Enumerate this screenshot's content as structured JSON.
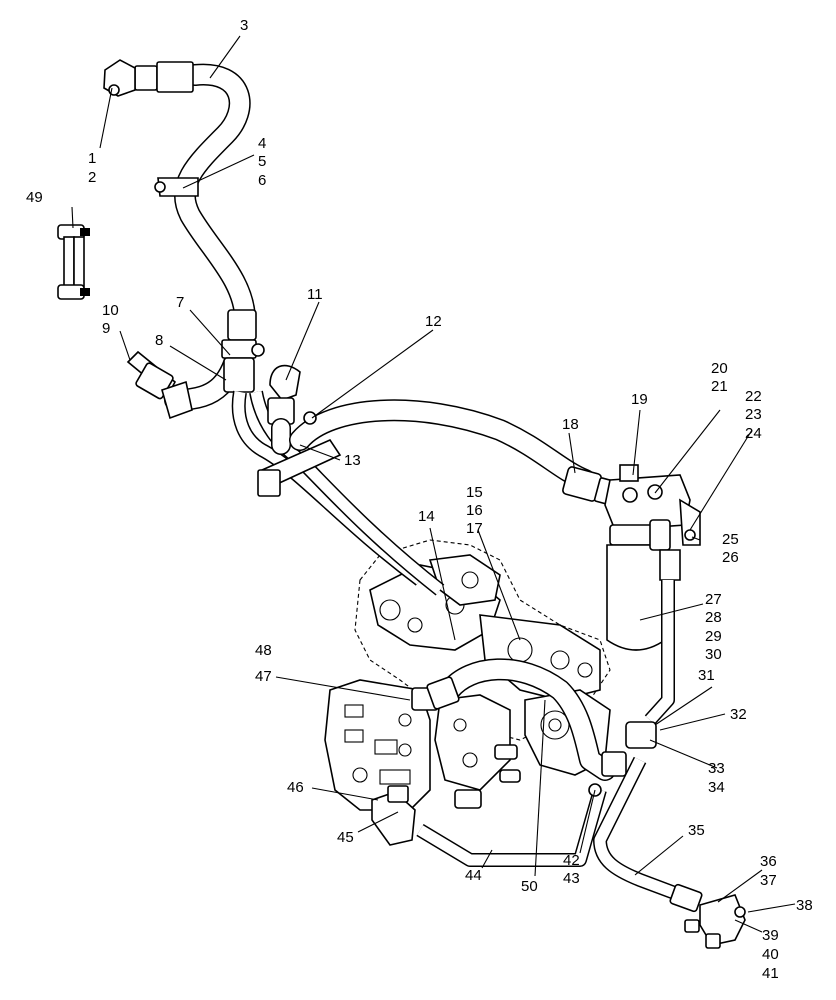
{
  "callouts": {
    "c1": "1",
    "c2": "2",
    "c3": "3",
    "c4": "4",
    "c5": "5",
    "c6": "6",
    "c7": "7",
    "c8": "8",
    "c9": "9",
    "c10": "10",
    "c11": "11",
    "c12": "12",
    "c13": "13",
    "c14": "14",
    "c15": "15",
    "c16": "16",
    "c17": "17",
    "c18": "18",
    "c19": "19",
    "c20": "20",
    "c21": "21",
    "c22": "22",
    "c23": "23",
    "c24": "24",
    "c25": "25",
    "c26": "26",
    "c27": "27",
    "c28": "28",
    "c29": "29",
    "c30": "30",
    "c31": "31",
    "c32": "32",
    "c33": "33",
    "c34": "34",
    "c35": "35",
    "c36": "36",
    "c37": "37",
    "c38": "38",
    "c39": "39",
    "c40": "40",
    "c41": "41",
    "c42": "42",
    "c43": "43",
    "c44": "44",
    "c45": "45",
    "c46": "46",
    "c47": "47",
    "c48": "48",
    "c49": "49",
    "c50": "50"
  }
}
